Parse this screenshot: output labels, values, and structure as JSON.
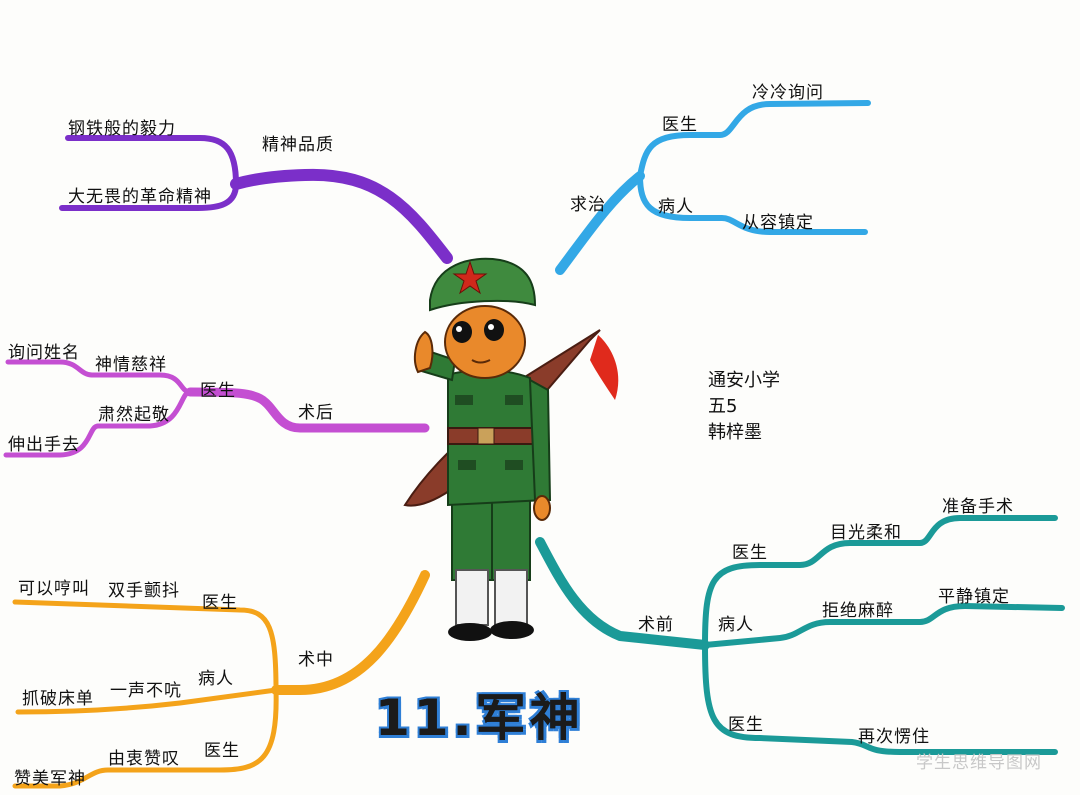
{
  "title": "11.军神",
  "watermark": "学生思维导图网",
  "author": {
    "school": "通安小学",
    "class": "五5",
    "name": "韩梓墨"
  },
  "colors": {
    "purple": "#7b2fc9",
    "magenta": "#c44fd2",
    "sky": "#33a8e6",
    "orange": "#f4a31a",
    "teal": "#1b9a98",
    "soldier_green": "#2f7a35",
    "cap_green": "#3f8a3e",
    "skin": "#e9892b",
    "star_red": "#d0281b"
  },
  "branches": {
    "jingshen": {
      "label": "精神品质",
      "items": [
        "钢铁般的毅力",
        "大无畏的革命精神"
      ]
    },
    "qiuzhi": {
      "label": "求治",
      "items": [
        {
          "role": "医生",
          "detail": "冷冷询问"
        },
        {
          "role": "病人",
          "detail": "从容镇定"
        }
      ]
    },
    "shuhou": {
      "label": "术后",
      "role": "医生",
      "items": [
        {
          "feeling": "神情慈祥",
          "action": "询问姓名"
        },
        {
          "feeling": "肃然起敬",
          "action": "伸出手去"
        }
      ]
    },
    "shuqian": {
      "label": "术前",
      "items": [
        {
          "role": "医生",
          "detail": "目光柔和",
          "extra": "准备手术"
        },
        {
          "role": "病人",
          "detail": "拒绝麻醉",
          "extra": "平静镇定"
        },
        {
          "role": "医生",
          "detail": "再次愣住"
        }
      ]
    },
    "shuzhong": {
      "label": "术中",
      "items": [
        {
          "role": "医生",
          "detail": "双手颤抖",
          "extra": "可以哼叫"
        },
        {
          "role": "病人",
          "detail": "一声不吭",
          "extra": "抓破床单"
        },
        {
          "role": "医生",
          "detail": "由衷赞叹",
          "extra": "赞美军神"
        }
      ]
    }
  }
}
